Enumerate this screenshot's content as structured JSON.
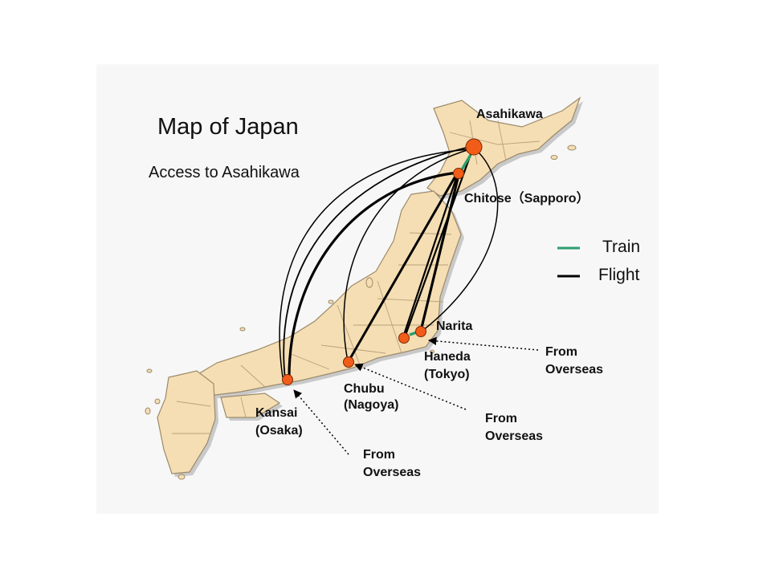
{
  "map": {
    "title": "Map of Japan",
    "subtitle": "Access to Asahikawa"
  },
  "airports": {
    "asahikawa": "Asahikawa",
    "chitose": "Chitose（Sapporo）",
    "narita": "Narita",
    "haneda": "Haneda",
    "haneda_sub": "(Tokyo)",
    "chubu": "Chubu",
    "chubu_sub": "(Nagoya)",
    "kansai": "Kansai",
    "kansai_sub": "(Osaka)"
  },
  "overseas": {
    "line1": "From",
    "line2": "Overseas"
  },
  "legend": {
    "train": "Train",
    "flight": "Flight"
  },
  "colors": {
    "land": "#f5deb3",
    "land_border": "#9c8a6a",
    "shadow": "#c8c8c8",
    "train": "#2e9e6e",
    "flight": "#000000",
    "airport": "#f25c19"
  }
}
